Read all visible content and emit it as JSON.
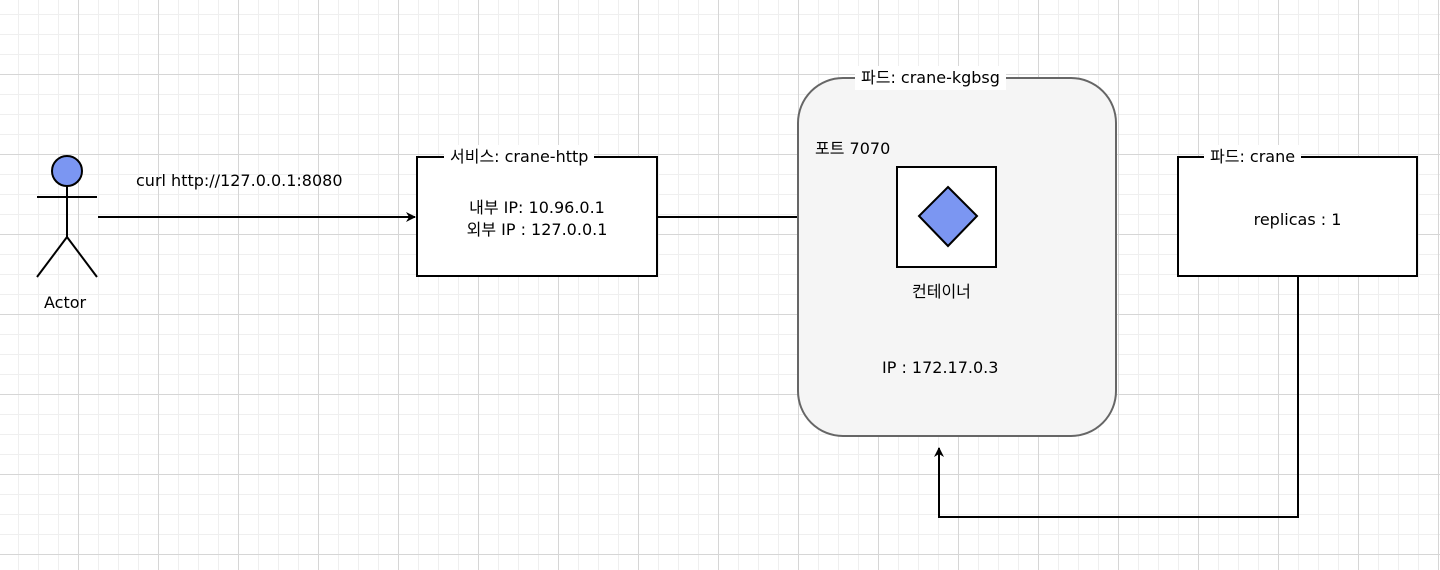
{
  "actor": {
    "label": "Actor"
  },
  "request": {
    "label": "curl http://127.0.0.1:8080"
  },
  "service": {
    "title": "서비스: crane-http",
    "internal_ip": "내부 IP: 10.96.0.1",
    "external_ip": "외부 IP : 127.0.0.1"
  },
  "pod_main": {
    "title": "파드: crane-kgbsg",
    "port": "포트 7070",
    "container_label": "컨테이너",
    "ip": "IP : 172.17.0.3"
  },
  "pod_crane": {
    "title": "파드: crane",
    "replicas": "replicas : 1"
  },
  "colors": {
    "accent_fill": "#7b96f2",
    "pod_fill": "#f5f5f5",
    "pod_border": "#666666",
    "line": "#000000"
  }
}
